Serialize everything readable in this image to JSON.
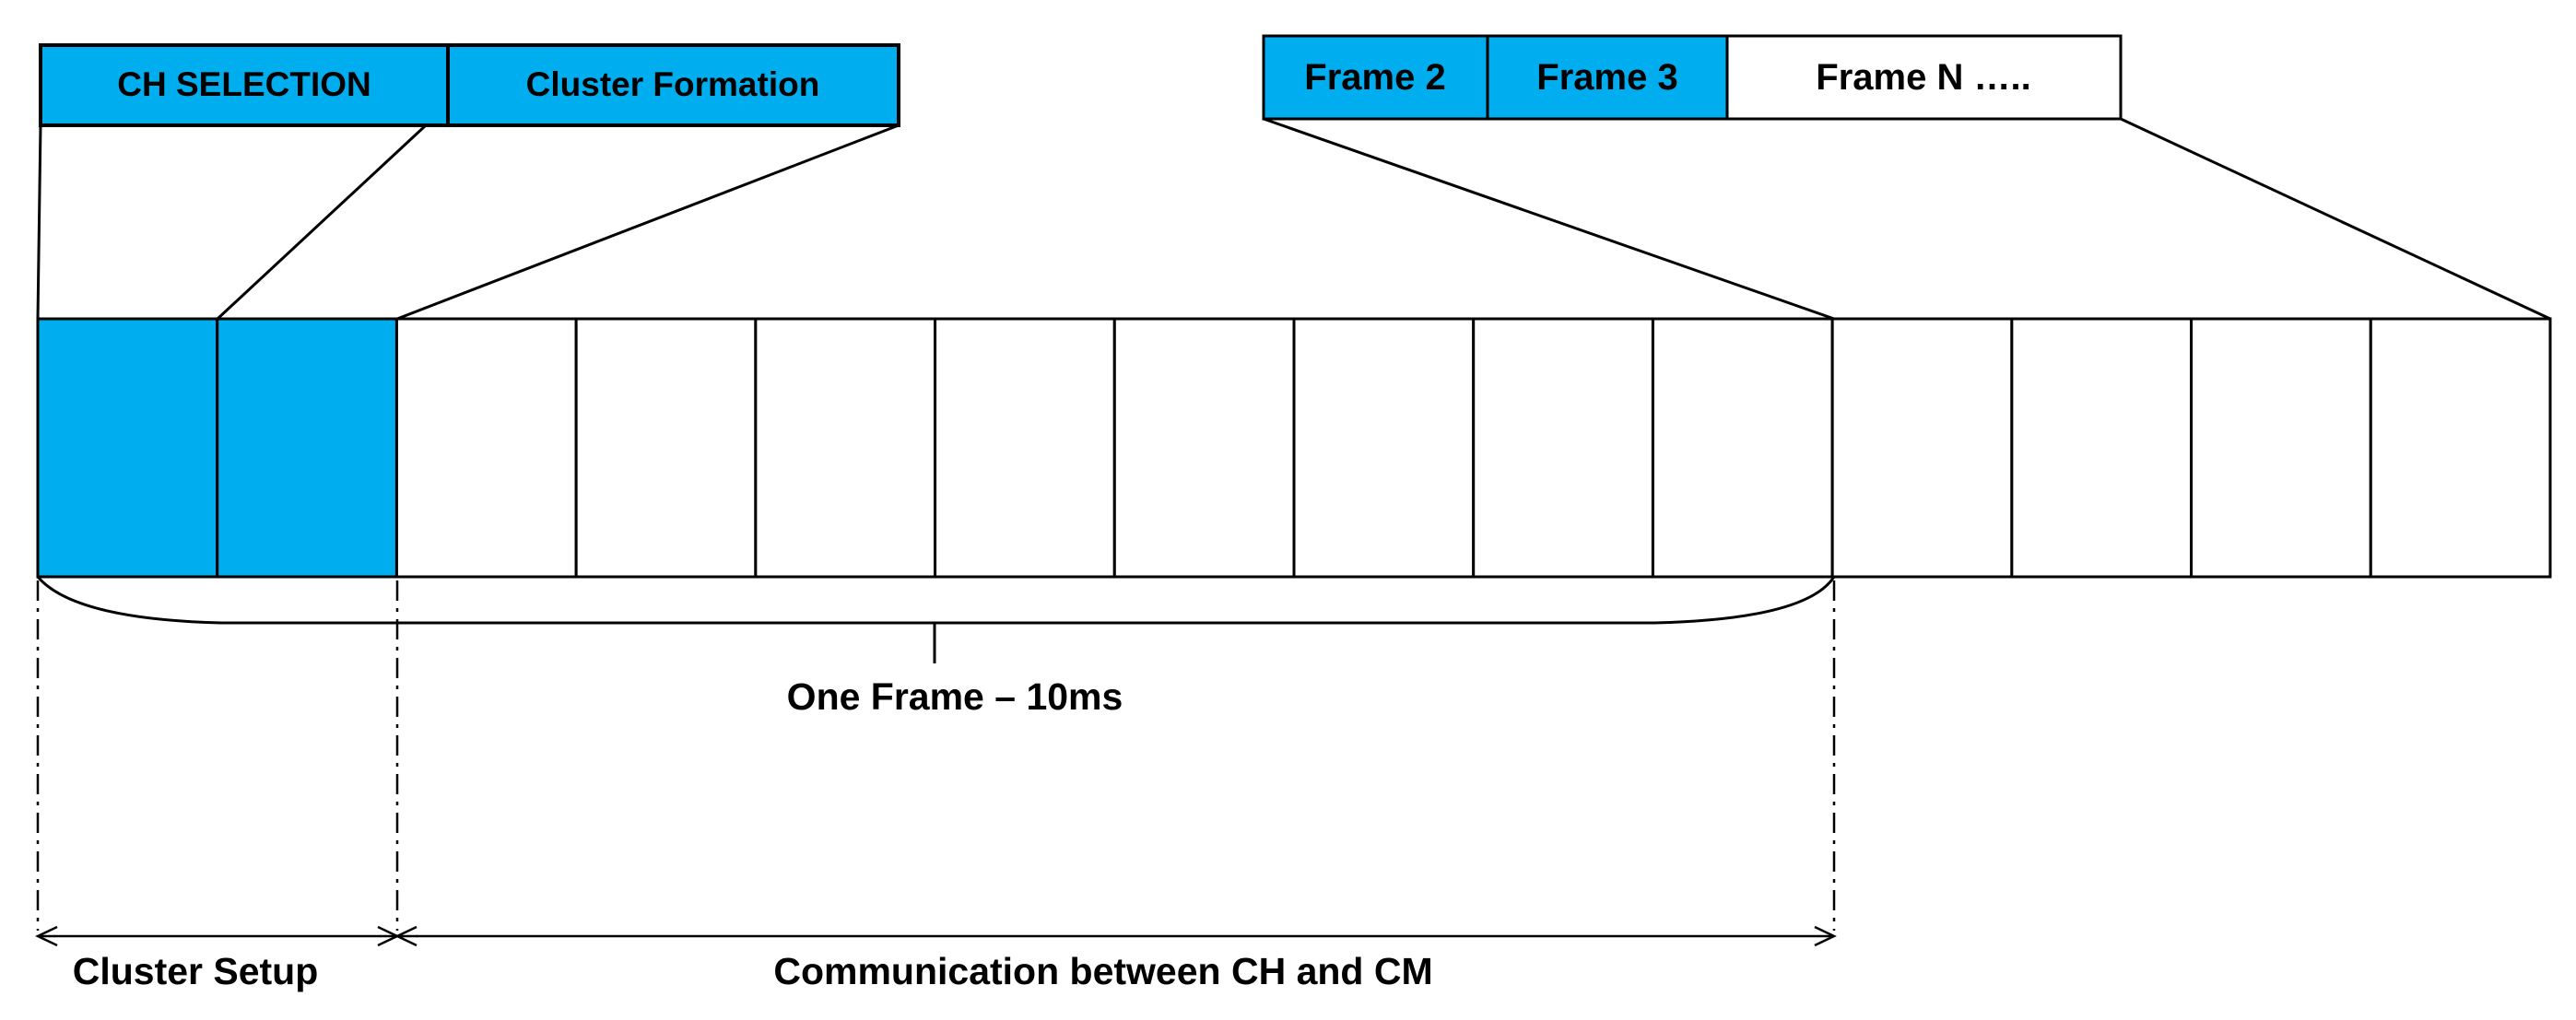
{
  "top_left_labels": {
    "ch_selection": "CH SELECTION",
    "cluster_formation": "Cluster Formation"
  },
  "top_right_labels": {
    "frame_2": "Frame 2",
    "frame_3": "Frame 3",
    "frame_n": "Frame N ….."
  },
  "captions": {
    "one_frame": "One Frame – 10ms",
    "cluster_setup": "Cluster Setup",
    "communication": "Communication between CH and CM"
  },
  "timeline": {
    "slot_count": 14,
    "highlighted_slots": [
      0,
      1
    ],
    "frame_slot_count": 10
  },
  "colors": {
    "highlight": "#00AEEF",
    "stroke": "#000000",
    "background": "#FFFFFF"
  }
}
